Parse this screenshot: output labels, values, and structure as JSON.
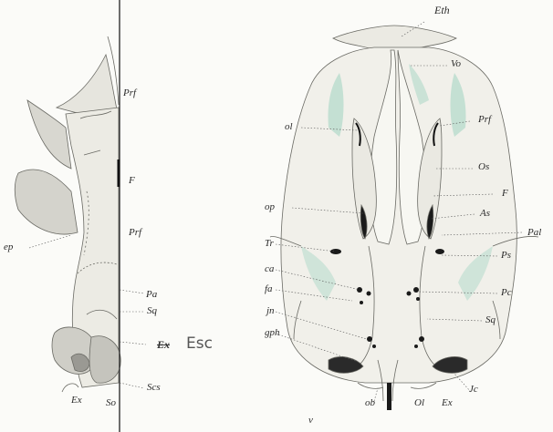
{
  "colors": {
    "paper": "#fbfbf8",
    "ink": "#2a2a2a",
    "bone_fill": "#f1f0ea",
    "shade": "#cfcfc8",
    "cartilage_tint": "#b9dccd"
  },
  "left_figure": {
    "labels": {
      "prf_top": "Prf",
      "f": "F",
      "prf_mid": "Prf",
      "ep": "ep",
      "pa": "Pa",
      "sq": "Sq",
      "ex_struck": "Ex",
      "esc_handwritten": "Esc",
      "scs": "Scs",
      "ex_bottom": "Ex",
      "so": "So"
    }
  },
  "right_figure": {
    "labels": {
      "eth": "Eth",
      "vo": "Vo",
      "prf": "Prf",
      "ol_left": "ol",
      "os": "Os",
      "f": "F",
      "op": "op",
      "as": "As",
      "pal": "Pal",
      "tr": "Tr",
      "ps": "Ps",
      "ca": "ca",
      "pc": "Pc",
      "fa": "fa",
      "sq": "Sq",
      "jn": "jn",
      "gph": "gph",
      "ob": "ob",
      "ol_bottom": "Ol",
      "ex": "Ex",
      "jc": "Jc",
      "v": "v"
    }
  }
}
